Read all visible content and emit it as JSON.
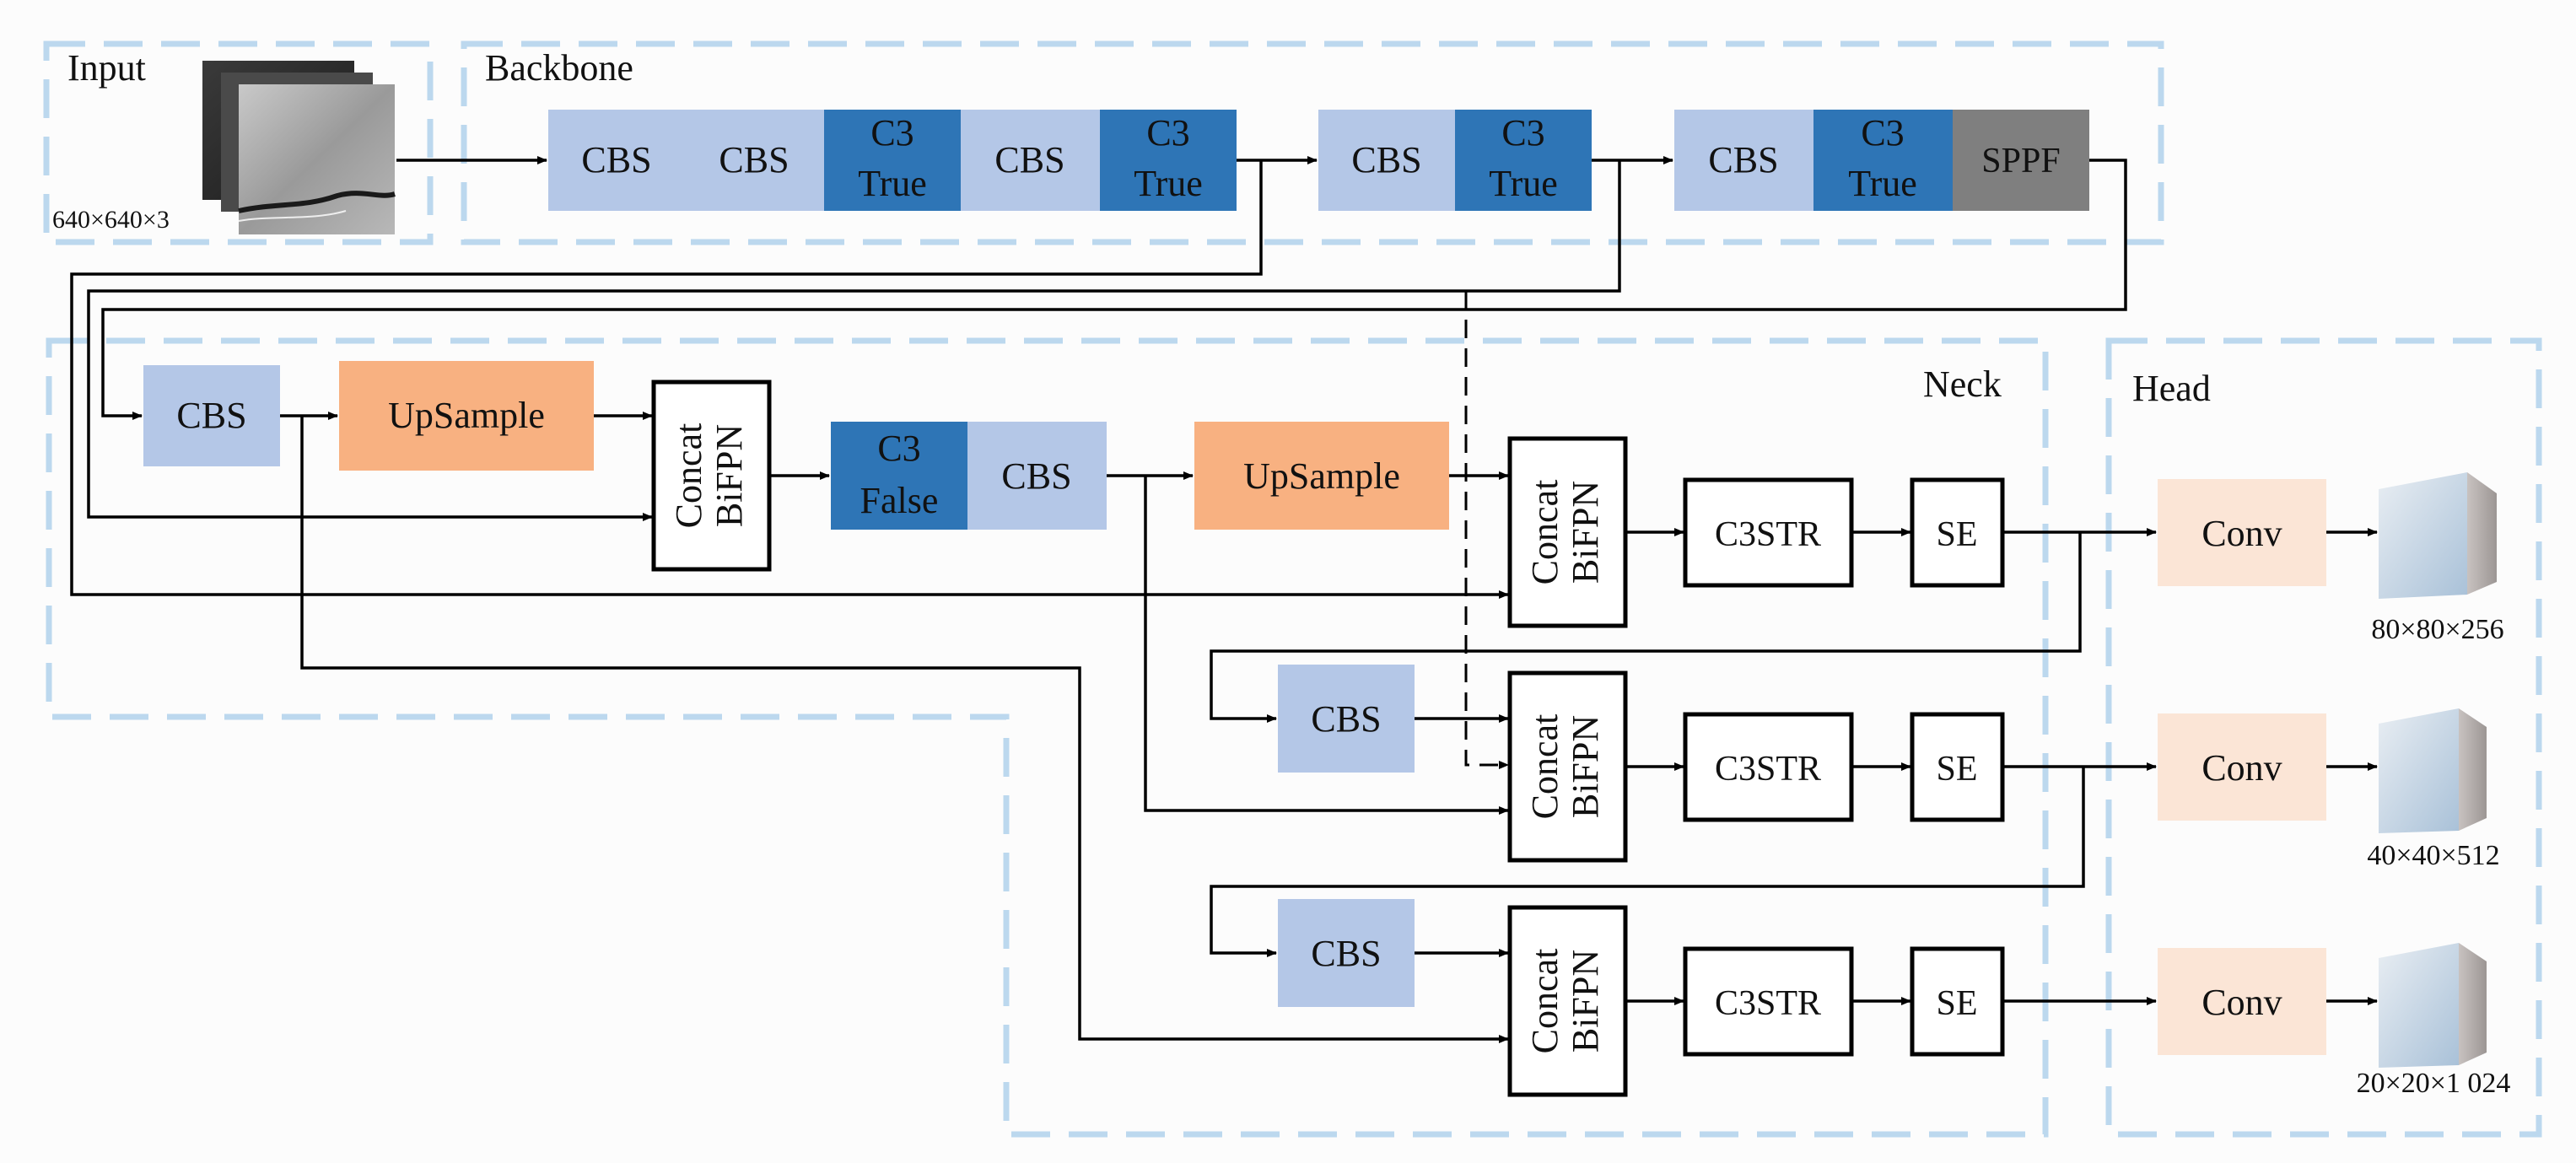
{
  "sections": {
    "input": "Input",
    "backbone": "Backbone",
    "neck": "Neck",
    "head": "Head"
  },
  "input_size": "640×640×3",
  "backbone": {
    "b1": "CBS",
    "b2": "CBS",
    "b3": [
      "C3",
      "True"
    ],
    "b4": "CBS",
    "b5": [
      "C3",
      "True"
    ],
    "b6": "CBS",
    "b7": [
      "C3",
      "True"
    ],
    "b8": "CBS",
    "b9": [
      "C3",
      "True"
    ],
    "b10": "SPPF"
  },
  "neck": {
    "n_cbs1": "CBS",
    "n_up1": "UpSample",
    "n_cat1": [
      "Concat",
      "BiFPN"
    ],
    "n_c3false": [
      "C3",
      "False"
    ],
    "n_cbs2": "CBS",
    "n_up2": "UpSample",
    "n_cat2": [
      "Concat",
      "BiFPN"
    ],
    "n_c3str1": "C3STR",
    "n_se1": "SE",
    "n_cbs3": "CBS",
    "n_cat3": [
      "Concat",
      "BiFPN"
    ],
    "n_c3str2": "C3STR",
    "n_se2": "SE",
    "n_cbs4": "CBS",
    "n_cat4": [
      "Concat",
      "BiFPN"
    ],
    "n_c3str3": "C3STR",
    "n_se3": "SE"
  },
  "head": {
    "h_conv1": "Conv",
    "h_conv2": "Conv",
    "h_conv3": "Conv",
    "out1": "80×80×256",
    "out2": "40×40×512",
    "out3": "20×20×1 024"
  },
  "colors": {
    "cbs": "#b4c7e7",
    "c3": "#2e75b6",
    "sppf": "#7f7f7f",
    "upsample": "#f8b181",
    "conv": "#fbe5d6",
    "frame": "#bcd8ee"
  }
}
